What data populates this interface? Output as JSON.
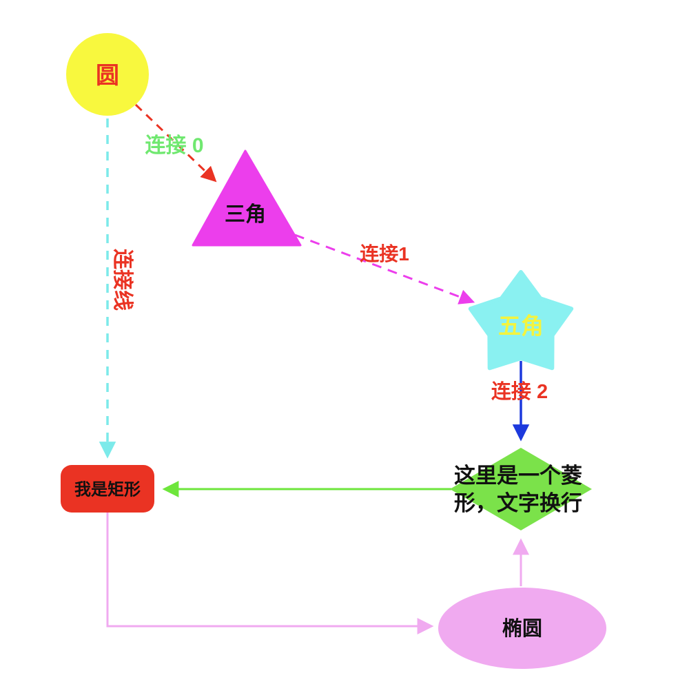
{
  "diagram": {
    "nodes": {
      "circle": {
        "label": "圆",
        "shape": "circle",
        "fill": "#f8f83e",
        "text_color": "#ea3323"
      },
      "triangle": {
        "label": "三角",
        "shape": "triangle",
        "fill": "#ec3eec",
        "text_color": "#111111"
      },
      "star": {
        "label": "五角",
        "shape": "star",
        "fill": "#8af1f1",
        "text_color": "#f4f43e"
      },
      "diamond": {
        "label": "这里是一个菱形，文字换行",
        "label_lines": [
          "这里是一个菱",
          "形，文字换行"
        ],
        "shape": "diamond",
        "fill": "#7be24a",
        "text_color": "#111111"
      },
      "rectangle": {
        "label": "我是矩形",
        "shape": "rounded-rect",
        "fill": "#ea3323",
        "text_color": "#111111"
      },
      "ellipse": {
        "label": "椭圆",
        "shape": "ellipse",
        "fill": "#f0aaf0",
        "text_color": "#111111"
      }
    },
    "edges": {
      "circle_to_triangle": {
        "label": "连接 0",
        "style": "dashed",
        "color": "#ea3323",
        "label_color": "#70e870"
      },
      "triangle_to_star": {
        "label": "连接1",
        "style": "dashed",
        "color": "#ec3eec",
        "label_color": "#ea3323"
      },
      "star_to_diamond": {
        "label": "连接 2",
        "style": "solid",
        "color": "#1c39dd",
        "label_color": "#ea3323"
      },
      "circle_to_rectangle": {
        "label": "连接线",
        "style": "dashed",
        "color": "#7ceaea",
        "label_color": "#ea3323"
      },
      "diamond_to_rectangle": {
        "label": "",
        "style": "solid",
        "color": "#6ee63c"
      },
      "rectangle_to_ellipse": {
        "label": "",
        "style": "solid",
        "color": "#f0aaf0"
      },
      "ellipse_to_diamond": {
        "label": "",
        "style": "solid",
        "color": "#f0aaf0"
      }
    },
    "colors": {
      "red": "#ea3323",
      "yellow": "#f8f83e",
      "star_yellow": "#f4f43e",
      "magenta": "#ec3eec",
      "cyan_fill": "#8af1f1",
      "cyan_line": "#7ceaea",
      "green_fill": "#7be24a",
      "green_line": "#6ee63c",
      "green_label": "#70e870",
      "blue": "#1c39dd",
      "violet": "#f0aaf0",
      "black": "#111111",
      "background": "#ffffff"
    }
  }
}
